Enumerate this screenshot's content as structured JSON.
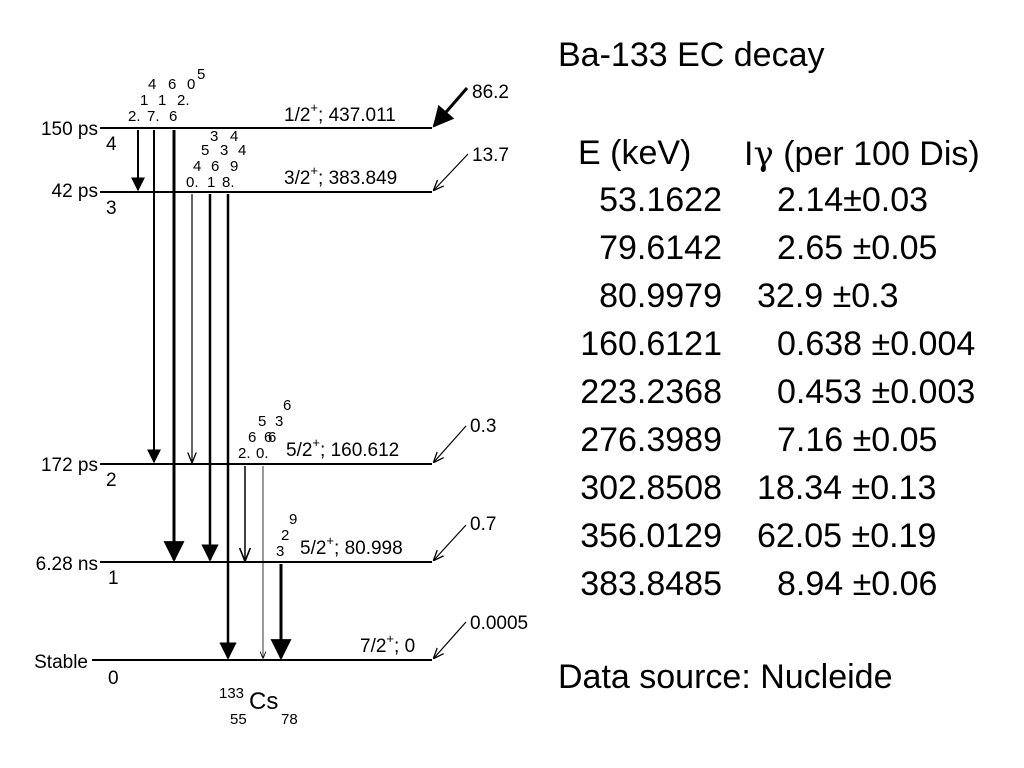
{
  "levels": [
    {
      "id": 4,
      "halflife": "150 ps",
      "number": "4",
      "spin": "1/2",
      "energy": "; 437.011",
      "feed": "86.2"
    },
    {
      "id": 3,
      "halflife": "42 ps",
      "number": "3",
      "spin": "3/2",
      "energy": "; 383.849",
      "feed": "13.7"
    },
    {
      "id": 2,
      "halflife": "172 ps",
      "number": "2",
      "spin": "5/2",
      "energy": "; 160.612",
      "feed": "0.3"
    },
    {
      "id": 1,
      "halflife": "6.28 ns",
      "number": "1",
      "spin": "5/2",
      "energy": "; 80.998",
      "feed": "0.7"
    },
    {
      "id": 0,
      "halflife": "Stable",
      "number": "0",
      "spin": "7/2",
      "energy": "; 0",
      "feed": "0.0005"
    }
  ],
  "parity": "+",
  "nucleus": {
    "mass": "133",
    "z": "55",
    "symbol": "Cs",
    "n": "78"
  },
  "vertical_labels": {
    "l4": [
      "2.",
      "1",
      "4",
      "7.",
      "1",
      "6",
      "6",
      "2.",
      "0",
      "5"
    ],
    "l3": [
      "0.",
      "4",
      "5",
      "3",
      "1",
      "6",
      "3",
      "8.",
      "9",
      "4",
      "4"
    ],
    "l2": [
      "2.",
      "6",
      "0.",
      "6",
      "5",
      "6",
      "3",
      "6"
    ],
    "l1": [
      "3",
      "2",
      "9"
    ]
  },
  "panel": {
    "title": "Ba-133 EC decay",
    "header_energy": "E (keV)",
    "header_intensity_prefix": "I",
    "header_intensity_gamma": "γ",
    "header_intensity_suffix": " (per 100 Dis)",
    "rows": [
      {
        "energy": "53.1622",
        "intensity": "2.14±0.03"
      },
      {
        "energy": "79.6142",
        "intensity": "2.65 ±0.05"
      },
      {
        "energy": "80.9979",
        "intensity": "32.9 ±0.3"
      },
      {
        "energy": "160.6121",
        "intensity": "0.638 ±0.004"
      },
      {
        "energy": "223.2368",
        "intensity": "0.453 ±0.003"
      },
      {
        "energy": "276.3989",
        "intensity": "7.16 ±0.05"
      },
      {
        "energy": "302.8508",
        "intensity": "18.34 ±0.13"
      },
      {
        "energy": "356.0129",
        "intensity": "62.05 ±0.19"
      },
      {
        "energy": "383.8485",
        "intensity": "8.94 ±0.06"
      }
    ],
    "source": "Data source: Nucleide"
  },
  "colors": {
    "ink": "#000000",
    "background": "#ffffff"
  }
}
